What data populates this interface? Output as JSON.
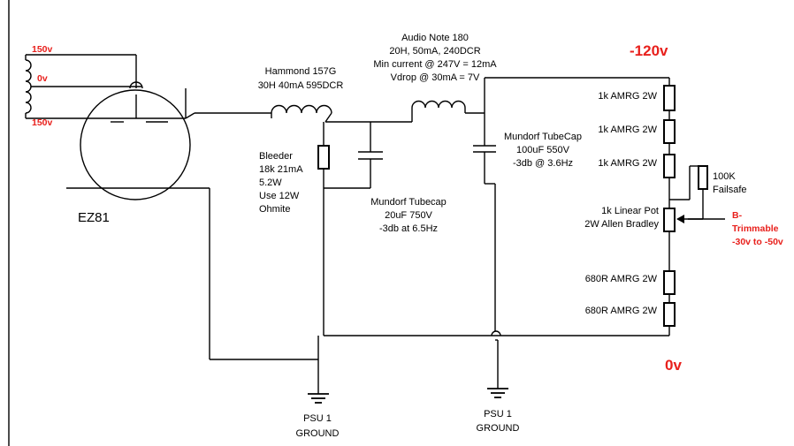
{
  "tube": {
    "label": "EZ81",
    "tap_top": "150v",
    "tap_center": "0v",
    "tap_bottom": "150v"
  },
  "choke1": {
    "lines": [
      "Hammond 157G",
      "30H 40mA 595DCR"
    ]
  },
  "choke2": {
    "lines": [
      "Audio Note 180",
      "20H, 50mA, 240DCR",
      "Min current @ 247V = 12mA",
      "Vdrop @ 30mA = 7V"
    ]
  },
  "bleeder": {
    "lines": [
      "Bleeder",
      "18k 21mA",
      "5.2W",
      "Use 12W",
      "Ohmite"
    ]
  },
  "cap1": {
    "lines": [
      "Mundorf Tubecap",
      "20uF 750V",
      "-3db at 6.5Hz"
    ]
  },
  "cap2": {
    "lines": [
      "Mundorf TubeCap",
      "100uF 550V",
      "-3db @ 3.6Hz"
    ]
  },
  "divider": {
    "r1": "1k AMRG 2W",
    "r2": "1k AMRG 2W",
    "r3": "1k AMRG 2W",
    "failsafe": [
      "100K",
      "Failsafe"
    ],
    "pot": [
      "1k Linear Pot",
      "2W Allen Bradley"
    ],
    "r4": "680R AMRG 2W",
    "r5": "680R AMRG 2W"
  },
  "rails": {
    "top": "-120v",
    "bottom": "0v",
    "trim": [
      "B-",
      "Trimmable",
      "-30v to -50v"
    ]
  },
  "grounds": {
    "g1": [
      "PSU 1",
      "GROUND"
    ],
    "g2": [
      "PSU 1",
      "GROUND"
    ]
  }
}
